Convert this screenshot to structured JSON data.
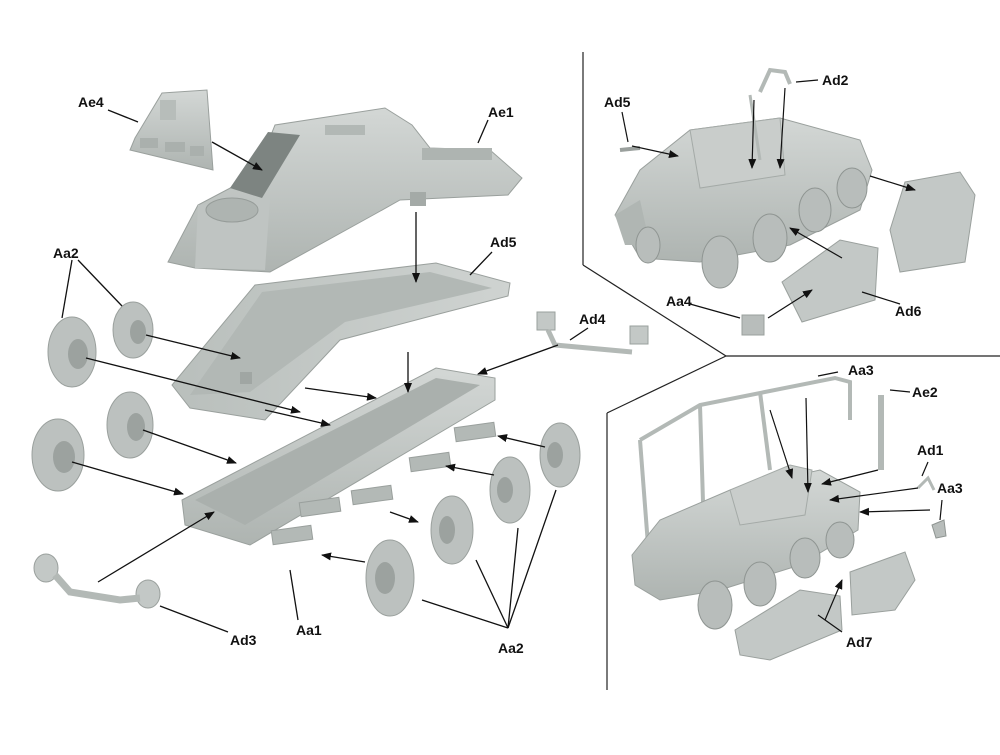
{
  "labels": {
    "ae4": "Ae4",
    "ae1": "Ae1",
    "ad5_main": "Ad5",
    "aa2_left": "Aa2",
    "ad4": "Ad4",
    "ad3": "Ad3",
    "aa1": "Aa1",
    "aa2_bottom": "Aa2",
    "ad5_inset": "Ad5",
    "ad2": "Ad2",
    "aa4": "Aa4",
    "ad6": "Ad6",
    "aa3_top": "Aa3",
    "ae2": "Ae2",
    "ad1": "Ad1",
    "aa3_right": "Aa3",
    "ad7": "Ad7"
  },
  "colors": {
    "plastic": "#c6cbc8",
    "plastic_dark": "#a9afac",
    "plastic_shadow": "#8e9592",
    "line": "#111111",
    "panel_divider": "#222222"
  }
}
